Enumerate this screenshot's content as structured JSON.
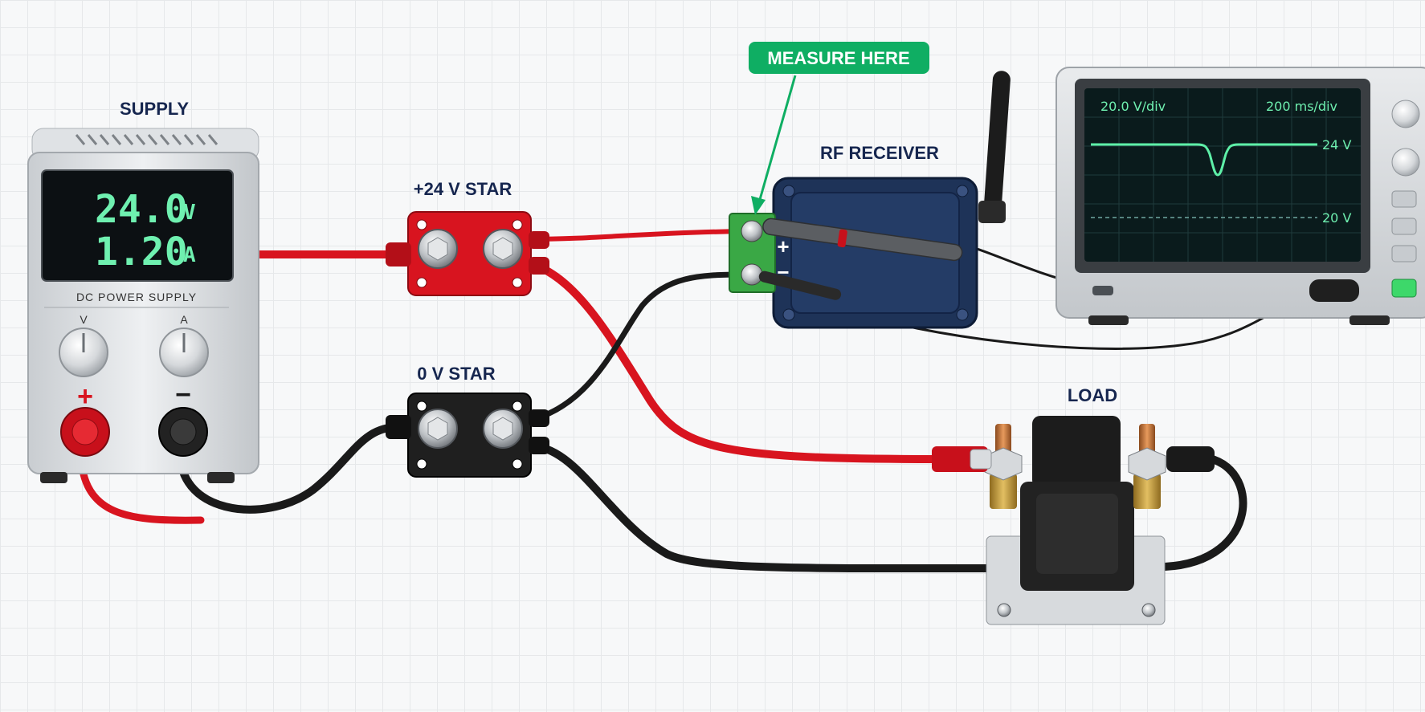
{
  "labels": {
    "supply": "SUPPLY",
    "positive_star": "+24 V STAR",
    "zero_star": "0 V STAR",
    "rf_receiver": "RF RECEIVER",
    "load": "LOAD",
    "measure_here": "MEASURE HERE"
  },
  "power_supply": {
    "voltage_value": "24.0",
    "voltage_unit": "V",
    "current_value": "1.20",
    "current_unit": "A",
    "panel_label": "DC POWER SUPPLY",
    "knob_v_label": "V",
    "knob_a_label": "A",
    "terminal_plus": "+",
    "terminal_minus": "−"
  },
  "receiver": {
    "terminal_plus": "+",
    "terminal_minus": "−"
  },
  "oscilloscope": {
    "volts_per_div": "20.0 V/div",
    "time_per_div": "200 ms/div",
    "level_high": "24 V",
    "level_low": "20 V"
  },
  "colors": {
    "positive_wire": "#d8141f",
    "negative_wire": "#1a1a1a",
    "measure_accent": "#0fae63",
    "trace": "#5ef0a8",
    "label_text": "#16264f"
  }
}
